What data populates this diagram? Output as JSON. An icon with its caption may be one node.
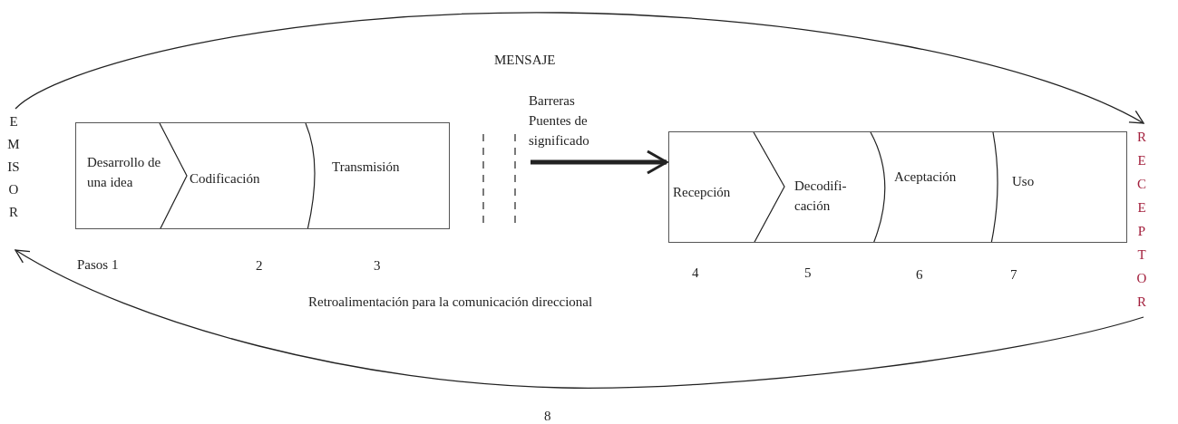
{
  "diagram": {
    "nodes": [
      {
        "text": [
          "EMISOR"
        ]
      },
      {
        "text": [
          "RECEPTOR"
        ]
      },
      {
        "text": [],
        "shape": "box"
      },
      {
        "text": [
          "Desarrollo de una idea"
        ],
        "in": 2
      },
      {
        "text": [
          "Codificación"
        ],
        "in": 2
      },
      {
        "text": [
          "Transmisión"
        ],
        "in": 2
      },
      {
        "text": [],
        "shape": "box"
      },
      {
        "text": [
          "Recepción"
        ],
        "in": 6
      },
      {
        "text": [
          "Decodifi- cación"
        ],
        "in": 6
      },
      {
        "text": [
          "Aceptación"
        ],
        "in": 6
      },
      {
        "text": [
          "Uso"
        ],
        "in": 6
      }
    ],
    "edges": [
      {
        "from": 0,
        "to": 1,
        "arrow": "to"
      },
      {
        "from": 1,
        "to": 0,
        "arrow": "to"
      },
      {
        "from": null,
        "to": 6,
        "arrow": "to",
        "style": "thick"
      }
    ],
    "labels": [
      "MENSAJE",
      "Barreras",
      "Puentes de significado",
      "Pasos 1",
      "2",
      "3",
      "4",
      "5",
      "6",
      "7",
      "Retroalimentación para la comunicación direccional",
      "8"
    ]
  }
}
